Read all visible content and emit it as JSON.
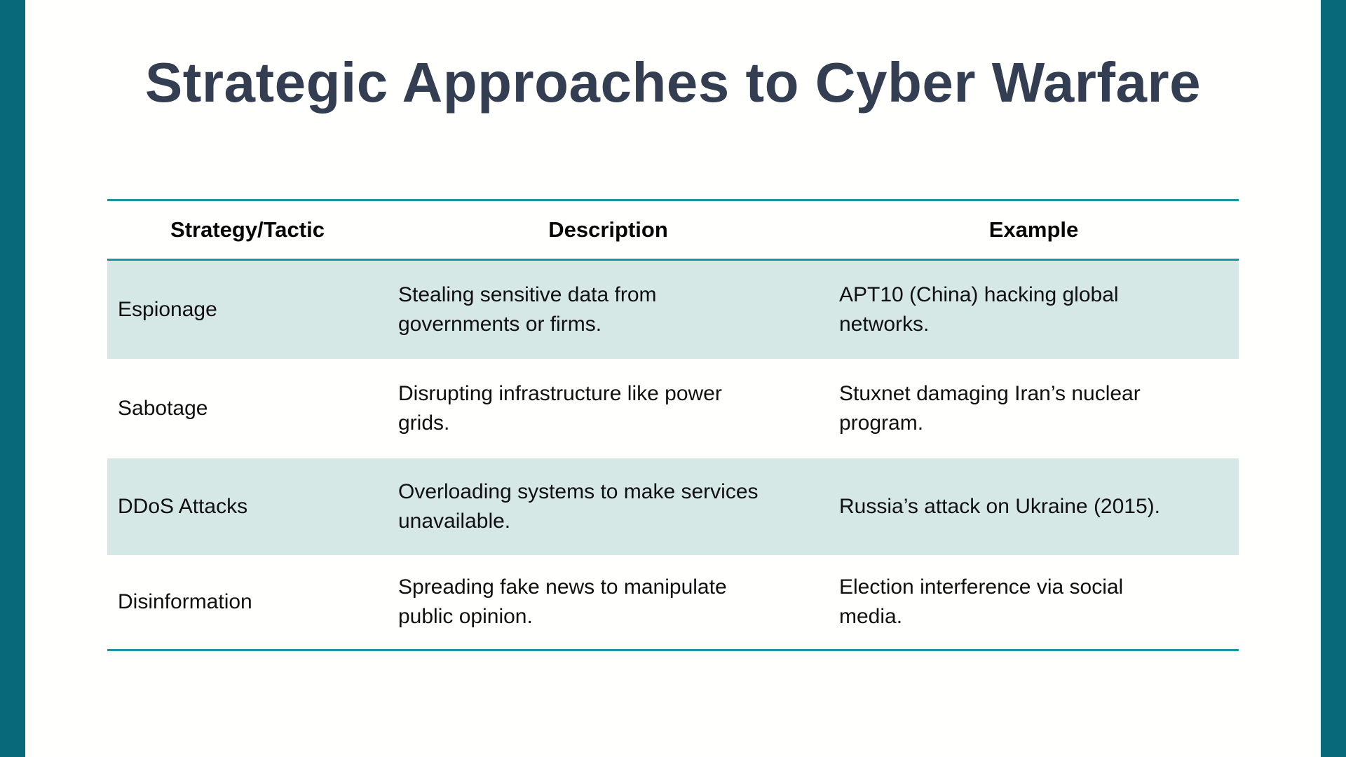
{
  "page": {
    "title": "Strategic Approaches to Cyber Warfare"
  },
  "colors": {
    "edge_bar": "#07697a",
    "table_rule": "#1e93a4",
    "shaded_row_bg": "#d5e8e6",
    "title_text": "#333e52",
    "body_text": "#101010"
  },
  "table": {
    "headers": [
      "Strategy/Tactic",
      "Description",
      "Example"
    ],
    "rows": [
      {
        "tactic": "Espionage",
        "description": "Stealing sensitive data from governments or firms.",
        "example": "APT10 (China) hacking global networks."
      },
      {
        "tactic": "Sabotage",
        "description": "Disrupting infrastructure like power grids.",
        "example": "Stuxnet damaging Iran’s nuclear program."
      },
      {
        "tactic": "DDoS Attacks",
        "description": "Overloading systems to make services unavailable.",
        "example": "Russia’s attack on Ukraine (2015)."
      },
      {
        "tactic": "Disinformation",
        "description": "Spreading fake news to manipulate public opinion.",
        "example": "Election interference via social media."
      }
    ]
  }
}
